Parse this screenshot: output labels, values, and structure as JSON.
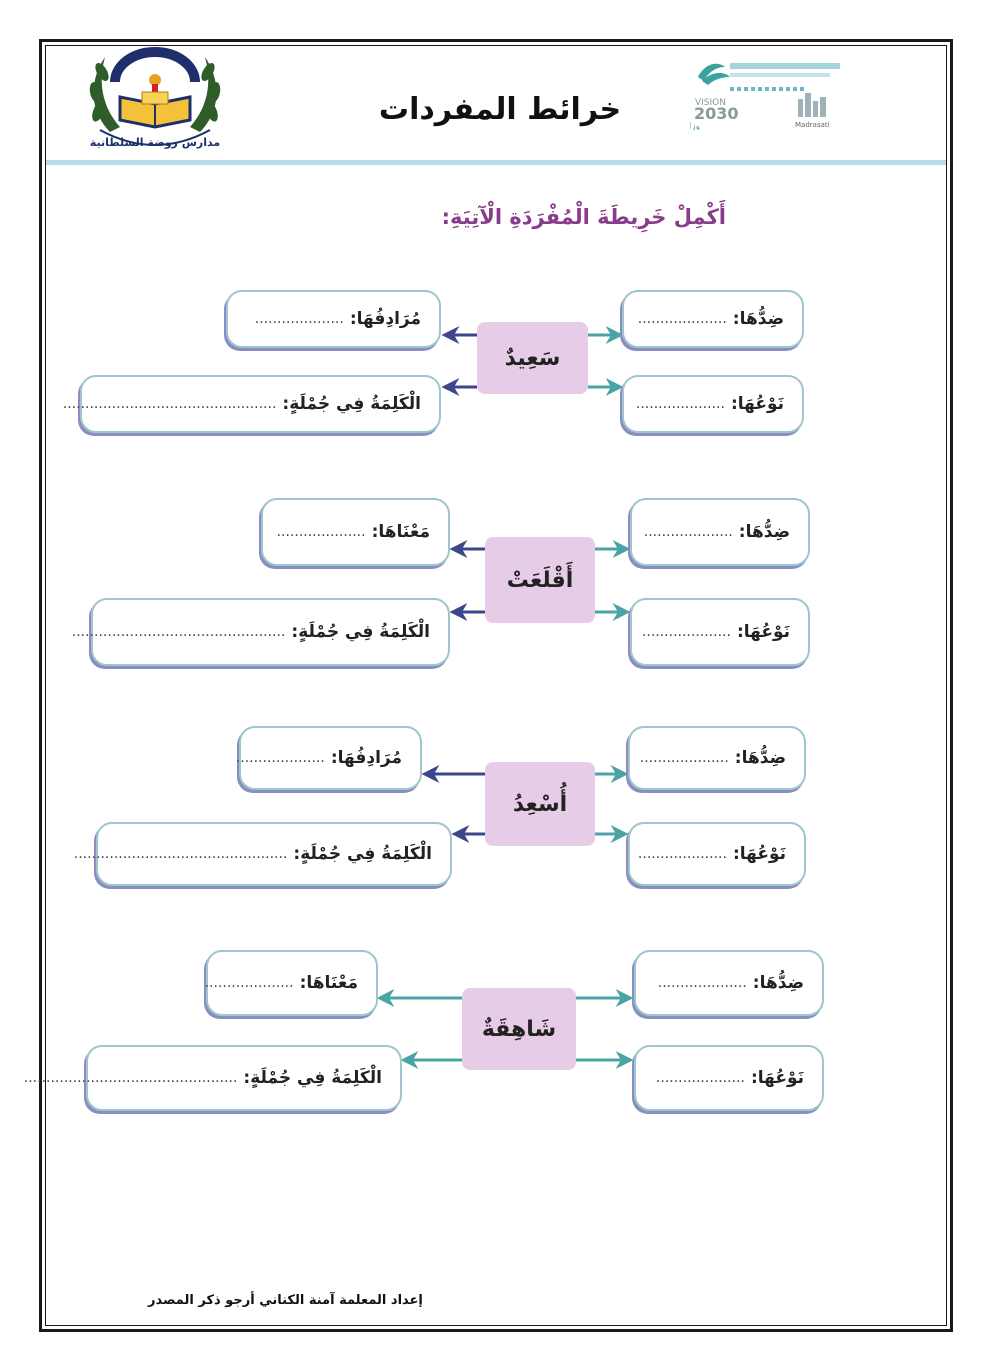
{
  "page": {
    "title": "خرائط المفردات",
    "instruction": "أَكْمِلْ خَرِيطَةَ الْمُفْرَدَةِ الْآتِيَةِ:",
    "footer": "إعداد المعلمة آمنة الكناني أرجو ذكر المصدر"
  },
  "logos": {
    "left": {
      "name": "madaris-rawdat-alsultaniya-logo",
      "text": "مدارس روضة السلطانية"
    },
    "right": {
      "name": "vision-2030-ministry-of-education-logo",
      "vision": "VISION",
      "year": "2030",
      "ministry": "وزارة التعليم",
      "madrasati": "Madrasati"
    }
  },
  "maps": [
    {
      "word": "سَعِيدٌ",
      "top_right": {
        "label": "ضِدُّهَا:",
        "dots": "...................."
      },
      "top_left": {
        "label": "مُرَادِفُهَا:",
        "dots": "...................."
      },
      "bottom_right": {
        "label": "نَوْعُهَا:",
        "dots": "...................."
      },
      "bottom_left": {
        "label": "الْكَلِمَةُ فِي جُمْلَةٍ:",
        "dots": "................................................"
      }
    },
    {
      "word": "أَقْلَعَتْ",
      "top_right": {
        "label": "ضِدُّهَا:",
        "dots": "...................."
      },
      "top_left": {
        "label": "مَعْنَاهَا:",
        "dots": "...................."
      },
      "bottom_right": {
        "label": "نَوْعُهَا:",
        "dots": "...................."
      },
      "bottom_left": {
        "label": "الْكَلِمَةُ فِي جُمْلَةٍ:",
        "dots": "................................................"
      }
    },
    {
      "word": "أُسْعِدُ",
      "top_right": {
        "label": "ضِدُّهَا:",
        "dots": "...................."
      },
      "top_left": {
        "label": "مُرَادِفُهَا:",
        "dots": "...................."
      },
      "bottom_right": {
        "label": "نَوْعُهَا:",
        "dots": "...................."
      },
      "bottom_left": {
        "label": "الْكَلِمَةُ فِي جُمْلَةٍ:",
        "dots": "................................................"
      }
    },
    {
      "word": "شَاهِقَةٌ",
      "top_right": {
        "label": "ضِدُّهَا:",
        "dots": "...................."
      },
      "top_left": {
        "label": "مَعْنَاهَا:",
        "dots": "...................."
      },
      "bottom_right": {
        "label": "نَوْعُهَا:",
        "dots": "...................."
      },
      "bottom_left": {
        "label": "الْكَلِمَةُ فِي جُمْلَةٍ:",
        "dots": "................................................"
      }
    }
  ]
}
